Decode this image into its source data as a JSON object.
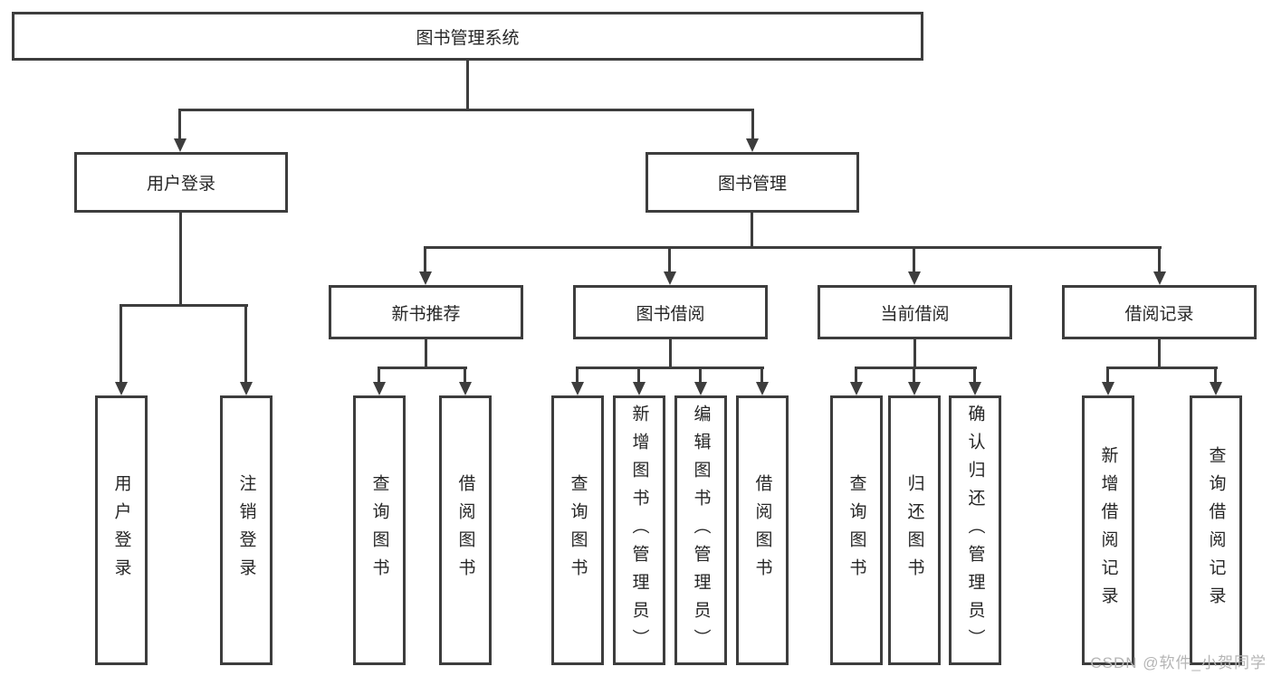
{
  "diagram": {
    "root": {
      "label": "图书管理系统"
    },
    "branches": {
      "user_login": {
        "label": "用户登录",
        "children": [
          "用户登录",
          "注销登录"
        ]
      },
      "book_management": {
        "label": "图书管理",
        "groups": {
          "new_books": {
            "label": "新书推荐",
            "children": [
              "查询图书",
              "借阅图书"
            ]
          },
          "borrowing": {
            "label": "图书借阅",
            "children": [
              "查询图书",
              "新增图书（管理员）",
              "编辑图书（管理员）",
              "借阅图书"
            ]
          },
          "current": {
            "label": "当前借阅",
            "children": [
              "查询图书",
              "归还图书",
              "确认归还（管理员）"
            ]
          },
          "records": {
            "label": "借阅记录",
            "children": [
              "新增借阅记录",
              "查询借阅记录"
            ]
          }
        }
      }
    }
  },
  "watermark": {
    "text": "CSDN @软件_小贺同学"
  },
  "colors": {
    "line": "#3d3d3d",
    "text": "#262626",
    "watermark": "#b5b5b5",
    "background": "#ffffff"
  }
}
